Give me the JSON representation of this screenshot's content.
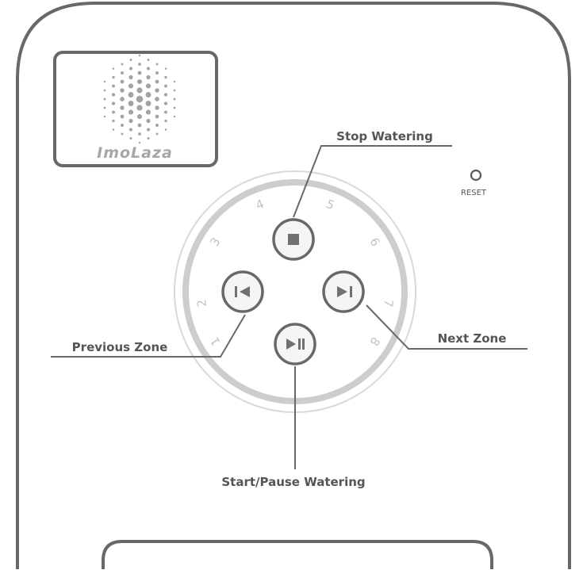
{
  "brand": {
    "name": "ImoLaza"
  },
  "reset": {
    "label": "RESET"
  },
  "callouts": {
    "stop": "Stop Watering",
    "previous": "Previous Zone",
    "next": "Next Zone",
    "start_pause": "Start/Pause Watering"
  },
  "zones": [
    "1",
    "2",
    "3",
    "4",
    "5",
    "6",
    "7",
    "8"
  ],
  "colors": {
    "outline": "#686868",
    "ring": "#c8c8c8",
    "ring_thin": "#dcdcdc",
    "button_fill": "#f5f5f5",
    "text": "#555555",
    "icon": "#707070"
  }
}
